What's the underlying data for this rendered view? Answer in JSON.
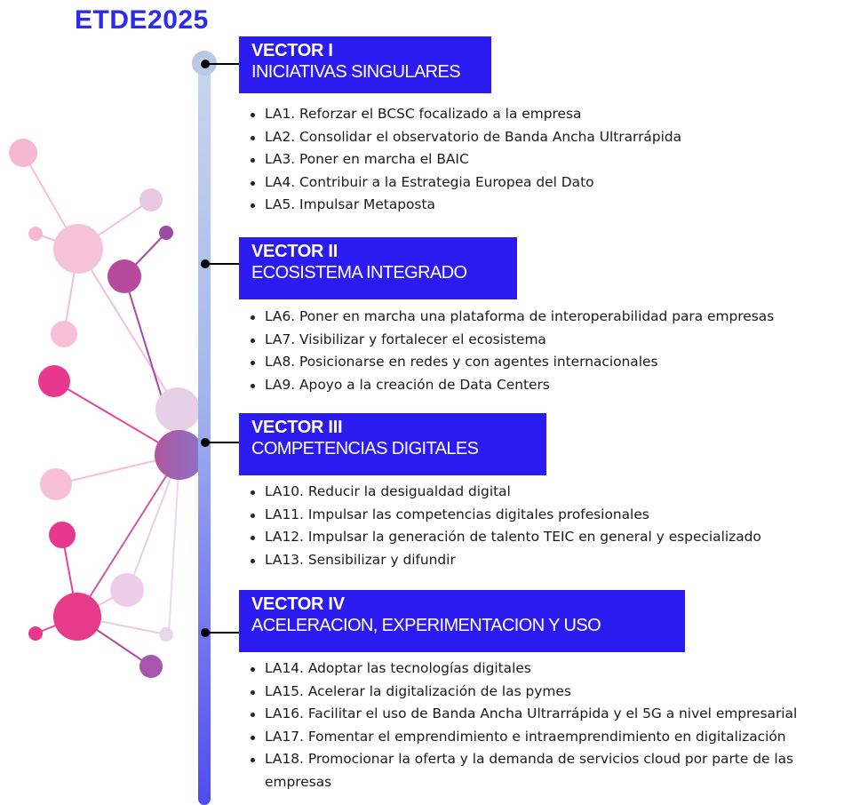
{
  "title": "ETDE2025",
  "colors": {
    "header_bg": "#2b1bf0",
    "title": "#2b2bf0",
    "timeline_top": "#c9d6ee",
    "timeline_bottom": "#4c4cf0"
  },
  "vectors": [
    {
      "title": "VECTOR I",
      "subtitle": "INICIATIVAS SINGULARES",
      "items": [
        "LA1. Reforzar el BCSC focalizado a la empresa",
        "LA2. Consolidar el observatorio de Banda Ancha Ultrarrápida",
        "LA3. Poner en marcha el BAIC",
        "LA4. Contribuir a la Estrategia Europea del Dato",
        "LA5. Impulsar Metaposta"
      ]
    },
    {
      "title": "VECTOR II",
      "subtitle": "ECOSISTEMA INTEGRADO",
      "items": [
        "LA6. Poner en marcha una plataforma de interoperabilidad para empresas",
        "LA7. Visibilizar y fortalecer el ecosistema",
        "LA8. Posicionarse en redes y con agentes internacionales",
        "LA9. Apoyo a la creación de Data Centers"
      ]
    },
    {
      "title": "VECTOR III",
      "subtitle": "COMPETENCIAS DIGITALES",
      "items": [
        "LA10. Reducir la desigualdad digital",
        "LA11. Impulsar las competencias digitales profesionales",
        "LA12. Impulsar la generación de talento TEIC en general y especializado",
        "LA13. Sensibilizar y difundir"
      ]
    },
    {
      "title": "VECTOR IV",
      "subtitle": "ACELERACION, EXPERIMENTACION Y USO",
      "items": [
        "LA14. Adoptar las tecnologías digitales",
        "LA15. Acelerar la digitalización de las pymes",
        "LA16. Facilitar el uso de Banda Ancha Ultrarrápida y el 5G a nivel empresarial",
        "LA17. Fomentar el emprendimiento e intraemprendimiento en digitalización",
        "LA18. Promocionar la oferta y la demanda de servicios cloud por parte de las empresas"
      ]
    }
  ]
}
